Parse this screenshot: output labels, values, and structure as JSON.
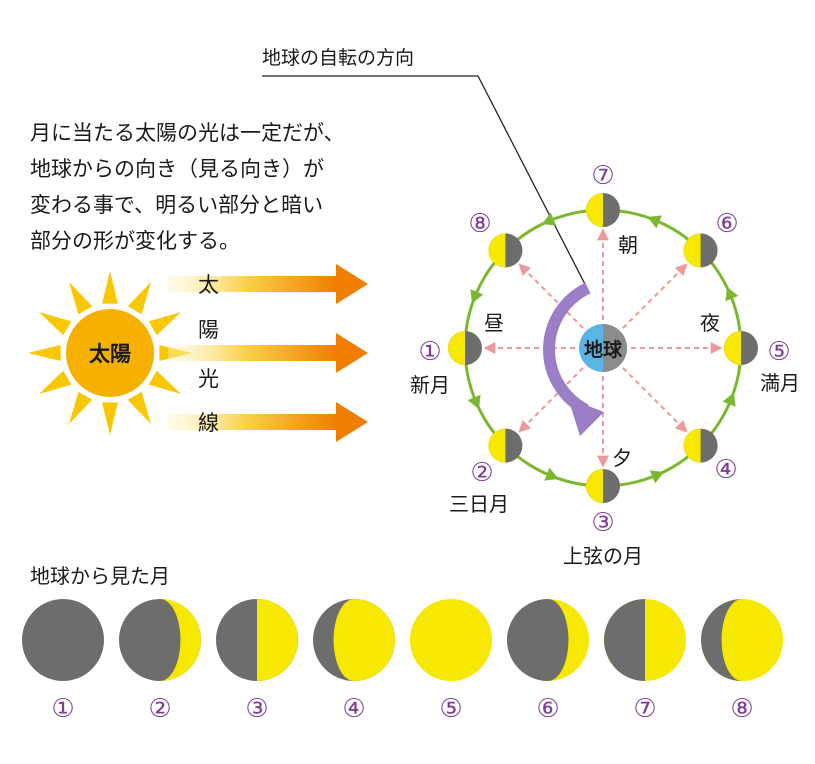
{
  "rotation_label": "地球の自転の方向",
  "description_lines": [
    "月に当たる太陽の光は一定だが、",
    "地球からの向き（見る向き）が",
    "変わる事で、明るい部分と暗い",
    "部分の形が変化する。"
  ],
  "sun": {
    "label": "太陽",
    "rays_text": [
      "太",
      "陽",
      "光",
      "線"
    ]
  },
  "earth": {
    "label": "地球"
  },
  "times_of_day": {
    "morning": "朝",
    "night": "夜",
    "evening": "夕",
    "noon": "昼"
  },
  "orbit_numbers": [
    "①",
    "②",
    "③",
    "④",
    "⑤",
    "⑥",
    "⑦",
    "⑧"
  ],
  "phase_names": {
    "new_moon": "新月",
    "crescent": "三日月",
    "first_quarter": "上弦の月",
    "full_moon": "満月"
  },
  "section_title": "地球から見た月",
  "phase_numbers": [
    "①",
    "②",
    "③",
    "④",
    "⑤",
    "⑥",
    "⑦",
    "⑧"
  ],
  "colors": {
    "moon_lit": "#f7e800",
    "moon_dark": "#6d6d6d",
    "sun_core": "#f5b000",
    "sun_rays": "#f8c700",
    "ray_arrow": "#ee7d00",
    "orbit": "#7ab830",
    "earth": "#5ab4e6",
    "view_arrows": "#ef9a9a",
    "rotation_arrow": "#9b7fc6",
    "number_circle": "#7d3f98"
  }
}
